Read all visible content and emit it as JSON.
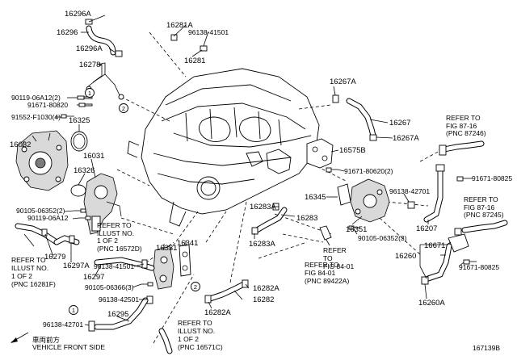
{
  "diagram_id": "167139B",
  "direction": {
    "jp": "車両前方",
    "en": "VEHICLE FRONT SIDE"
  },
  "circles": [
    "1",
    "2"
  ],
  "part_labels": {
    "p16296A_top": "16296A",
    "p16296": "16296",
    "p16296A_mid": "16296A",
    "p16278": "16278",
    "p16281A": "16281A",
    "p96138_41501_top": "96138-41501",
    "p16281": "16281",
    "p90119_06A12_2": "90119-06A12(2)",
    "p91671_80820_a": "91671-80820",
    "p91552_F1030_4": "91552-F1030(4)",
    "p16325": "16325",
    "p16032": "16032",
    "p16031": "16031",
    "p16326": "16326",
    "p90105_06352_2": "90105-06352(2)",
    "p90119_06A12": "90119-06A12",
    "p16279": "16279",
    "p16297A": "16297A",
    "p16297": "16297",
    "p96138_41501_mid": "96138-41501",
    "p16331": "16331",
    "p16341": "16341",
    "p90105_06366_3": "90105-06366(3)",
    "p96138_42501": "96138-42501",
    "p16295": "16295",
    "p96138_42701_left": "96138-42701",
    "p16283A_a": "16283A",
    "p16283": "16283",
    "p16283A_b": "16283A",
    "p16282A_a": "16282A",
    "p16282": "16282",
    "p16282A_b": "16282A",
    "p16267A_top": "16267A",
    "p16267": "16267",
    "p16267A_right": "16267A",
    "p16575B": "16575B",
    "p91671_80620_2": "91671-80620(2)",
    "p16345": "16345",
    "p16351": "16351",
    "p90105_06352_3": "90105-06352(3)",
    "p96138_42701_right": "96138-42701",
    "p16207": "16207",
    "p91671_80825_a": "91671-80825",
    "p16671": "16671",
    "p16260": "16260",
    "p91671_80825_b": "91671-80825",
    "p16260A": "16260A"
  },
  "notes": {
    "left_refer": [
      "REFER TO",
      "ILLUST NO.",
      "1 OF 2",
      "(PNC 16281F)"
    ],
    "center_refer_top": [
      "REFER TO",
      "ILLUST NO.",
      "1 OF 2",
      "(PNC 16572D)"
    ],
    "center_refer_bottom": [
      "REFER TO",
      "ILLUST NO.",
      "1 OF 2",
      "(PNC 16571C)"
    ],
    "fig84_a": [
      "REFER",
      "TO",
      "FIG 84-01"
    ],
    "fig84_b": [
      "REFER TO",
      "FIG 84-01",
      "(PNC 89422A)"
    ],
    "fig87_a": [
      "REFER TO",
      "FIG 87-16",
      "(PNC 87246)"
    ],
    "fig87_b": [
      "REFER TO",
      "FIG 87-16",
      "(PNC 87245)"
    ]
  }
}
